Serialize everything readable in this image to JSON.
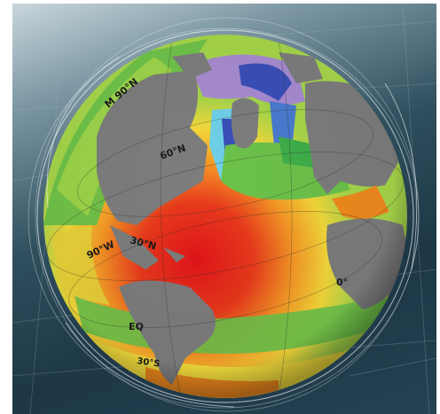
{
  "labels": {
    "lat_upper": "M 90°N",
    "lat_60": "60°N",
    "lat_30": "30°N",
    "lon_90w": "90°W",
    "lon_0": "0°",
    "equator": "EQ",
    "lat_30s": "30°S"
  },
  "colors": {
    "background": "#1d3746",
    "land": "#7d7d7d",
    "warm": "#e01e1e",
    "orange": "#f08a1e",
    "yellow": "#f2dc3c",
    "green": "#6cc24a",
    "cyan": "#6fd0e8",
    "blue": "#3a4fb8",
    "purple": "#a78bd0"
  }
}
